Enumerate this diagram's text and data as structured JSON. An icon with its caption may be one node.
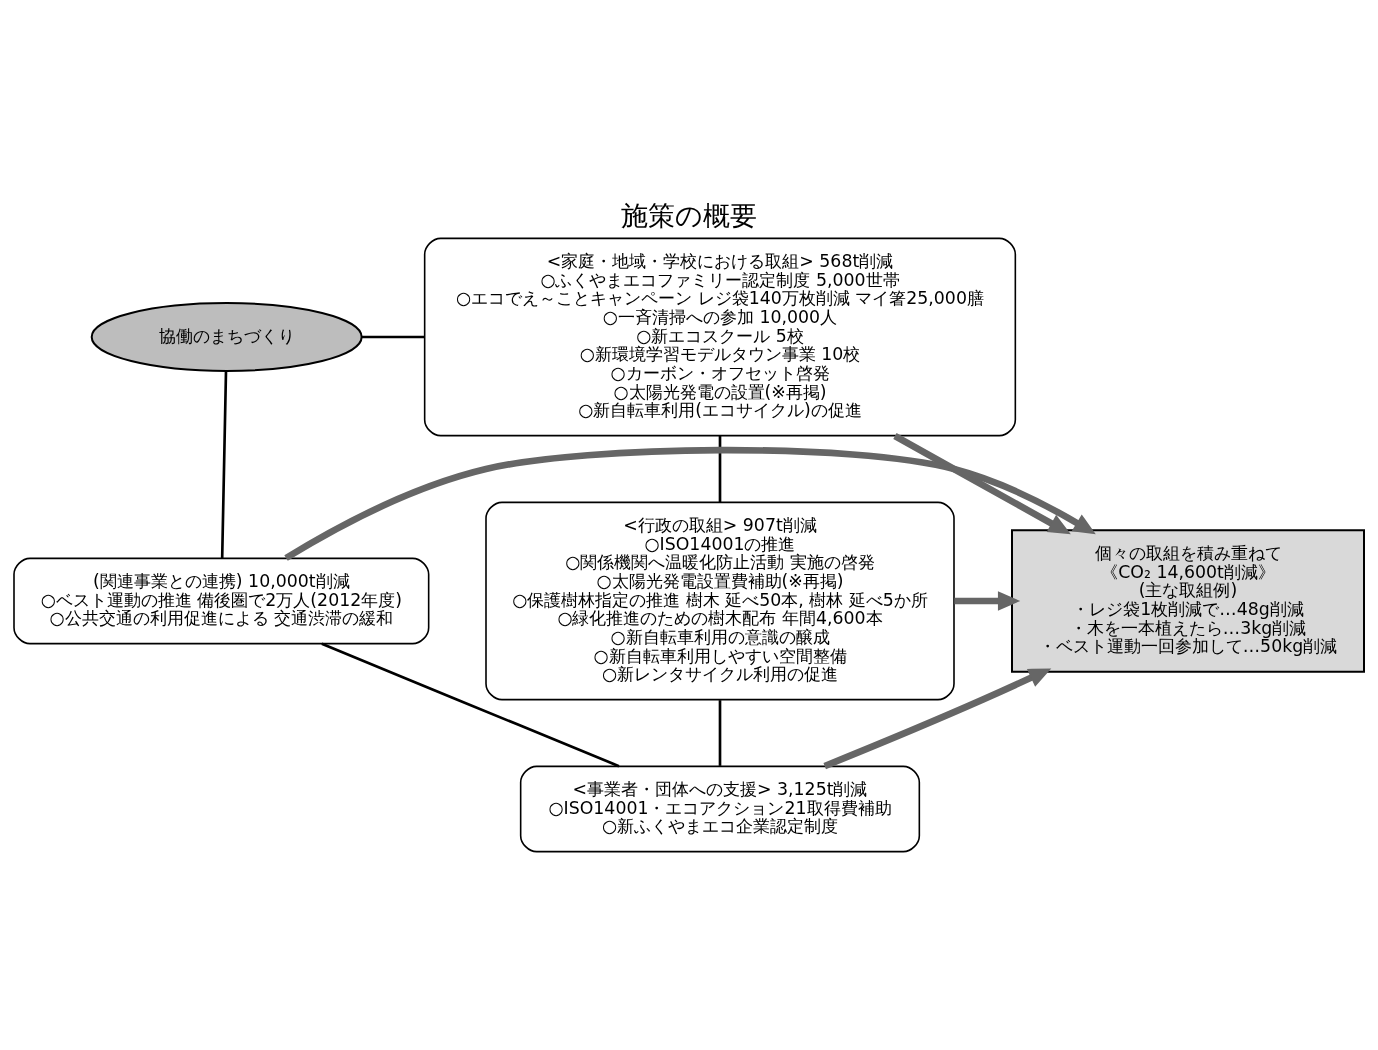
{
  "diagram": {
    "title": "施策の概要",
    "nodes": [
      {
        "text": [
          "<家庭・地域・学校における取組> 568t削減",
          "○ふくやまエコファミリー認定制度 5,000世帯",
          "○エコでえ～ことキャンペーン レジ袋140万枚削減 マイ箸25,000膳",
          "○一斉清掃への参加 10,000人",
          "○新エコスクール 5校",
          "○新環境学習モデルタウン事業 10校",
          "○カーボン・オフセット啓発",
          "○太陽光発電の設置(※再掲)",
          "○新自転車利用(エコサイクル)の促進"
        ]
      },
      {
        "text": [
          "協働のまちづくり"
        ]
      },
      {
        "text": [
          "(関連事業との連携) 10,000t削減",
          "○ベスト運動の推進 備後圏で2万人(2012年度)",
          "○公共交通の利用促進による 交通渋滞の緩和"
        ]
      },
      {
        "text": [
          "個々の取組を積み重ねて",
          "《CO₂ 14,600t削減》",
          "(主な取組例)",
          "・レジ袋1枚削減で…48g削減",
          "・木を一本植えたら…3kg削減",
          "・ベスト運動一回参加して…50kg削減"
        ]
      },
      {
        "text": [
          "<行政の取組> 907t削減",
          "○ISO14001の推進",
          "○関係機関へ温暖化防止活動 実施の啓発",
          "○太陽光発電設置費補助(※再掲)",
          "○保護樹林指定の推進 樹木 延べ50本, 樹林 延べ5か所",
          "○緑化推進のための樹木配布 年間4,600本",
          "○新自転車利用の意識の醸成",
          "○新自転車利用しやすい空間整備",
          "○新レンタサイクル利用の促進"
        ]
      },
      {
        "text": [
          "<事業者・団体への支援> 3,125t削減",
          "○ISO14001・エコアクション21取得費補助",
          "○新ふくやまエコ企業認定制度"
        ]
      }
    ],
    "edges": [
      {
        "from": 0,
        "to": 3,
        "arrow": "to",
        "style": "thick",
        "color": "#666666"
      },
      {
        "from": 2,
        "to": 3,
        "arrow": "to",
        "style": "thick",
        "color": "#666666"
      },
      {
        "from": 4,
        "to": 3,
        "arrow": "to",
        "style": "thick",
        "color": "#666666"
      },
      {
        "from": 5,
        "to": 3,
        "arrow": "to",
        "style": "thick",
        "color": "#666666"
      },
      {
        "from": 1,
        "to": 0,
        "arrow": "none"
      },
      {
        "from": 0,
        "to": 4,
        "arrow": "none"
      },
      {
        "from": 4,
        "to": 5,
        "arrow": "none"
      },
      {
        "from": 5,
        "to": 2,
        "arrow": "none"
      },
      {
        "from": 2,
        "to": 1,
        "arrow": "none"
      }
    ]
  }
}
